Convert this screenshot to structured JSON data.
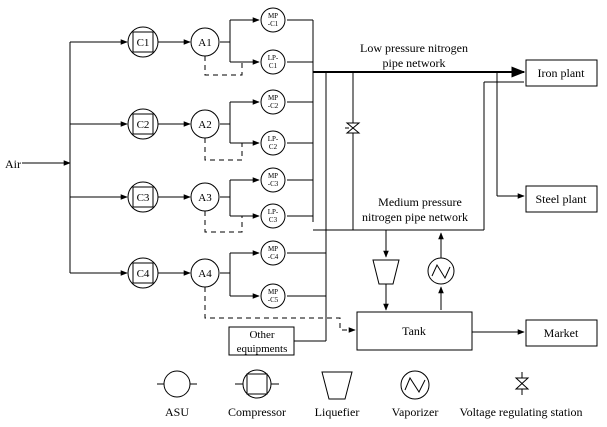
{
  "input": {
    "air": "Air"
  },
  "compressors": [
    "C1",
    "C2",
    "C3",
    "C4"
  ],
  "asus": [
    "A1",
    "A2",
    "A3",
    "A4"
  ],
  "liquefiers": [
    [
      "MP",
      "-C1"
    ],
    [
      "LP-",
      "C1"
    ],
    [
      "MP",
      "-C2"
    ],
    [
      "LP-",
      "C2"
    ],
    [
      "MP",
      "-C3"
    ],
    [
      "LP-",
      "C3"
    ],
    [
      "MP",
      "-C4"
    ],
    [
      "MP",
      "-C5"
    ]
  ],
  "networks": {
    "low": [
      "Low pressure nitrogen",
      "pipe network"
    ],
    "medium": [
      "Medium pressure",
      "nitrogen pipe network"
    ]
  },
  "destinations": {
    "iron": "Iron plant",
    "steel": "Steel plant",
    "market": "Market",
    "tank": "Tank",
    "other": [
      "Other",
      "equipments"
    ]
  },
  "legend": {
    "asu": "ASU",
    "compressor": "Compressor",
    "liquefier": "Liquefier",
    "vaporizer": "Vaporizer",
    "station": "Voltage regulating station"
  }
}
